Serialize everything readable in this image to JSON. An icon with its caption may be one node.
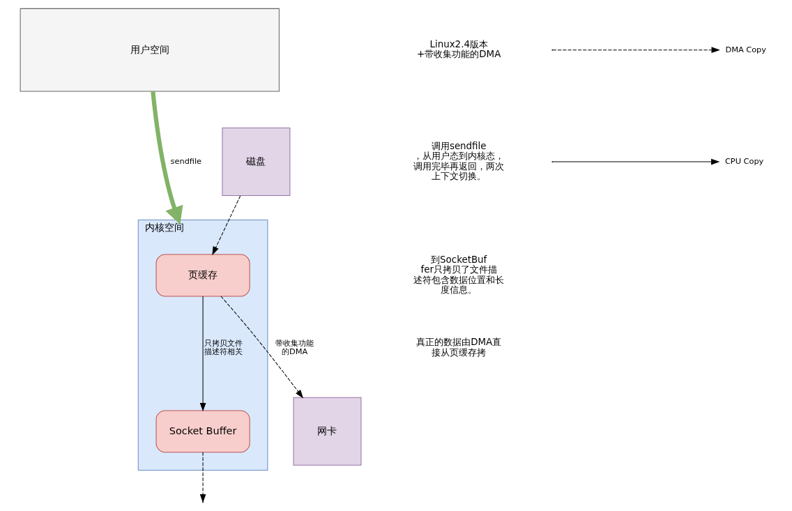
{
  "diagram": {
    "nodes": [
      {
        "text": [
          "用户空间"
        ]
      },
      {
        "text": [
          "内核空间"
        ]
      },
      {
        "text": [
          "页缓存"
        ],
        "in": 1
      },
      {
        "text": [
          "Socket Buffer"
        ],
        "in": 1
      },
      {
        "text": [
          "磁盘"
        ]
      },
      {
        "text": [
          "网卡"
        ]
      }
    ],
    "edges": [
      {
        "from": 0,
        "to": 1,
        "arrow": "to",
        "label": "sendfile",
        "style": "thick",
        "color": "#82b366"
      },
      {
        "from": 2,
        "to": 3,
        "arrow": "to",
        "label": "只拷贝文件描述符相关"
      },
      {
        "from": 4,
        "to": 2,
        "arrow": "to",
        "style": "dashed"
      },
      {
        "from": 2,
        "to": 5,
        "arrow": "to",
        "style": "dashed",
        "label": "带收集功能的DMA"
      },
      {
        "from": 3,
        "to": null,
        "arrow": "to",
        "style": "dashed"
      }
    ],
    "labels": [
      "Linux2.4版本+带收集功能的DMA",
      "调用sendfile，从用户态到内核态，调用完毕再返回，两次上下文切换。",
      "到SocketBuffer只拷贝了文件描述符包含数据位置和长度信息。",
      "真正的数据由DMA直接从页缓存拷"
    ],
    "legend": [
      {
        "text": "DMA Copy"
      },
      {
        "text": "CPU Copy"
      }
    ]
  }
}
